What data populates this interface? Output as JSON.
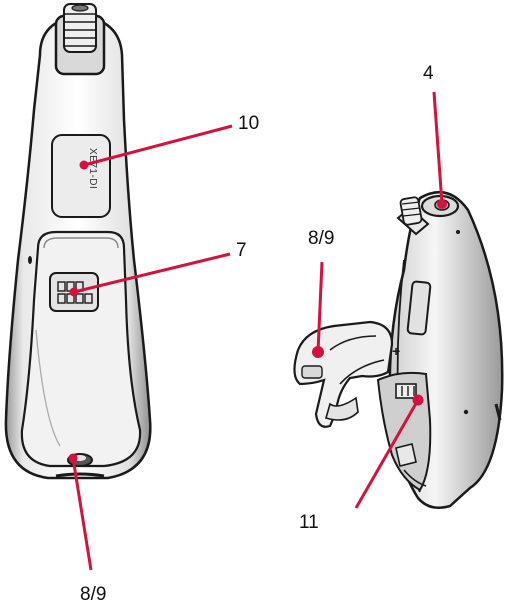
{
  "figure": {
    "callouts": {
      "c10": "10",
      "c7": "7",
      "c89_bottom": "8/9",
      "c4": "4",
      "c89_right": "8/9",
      "c11": "11"
    },
    "model_label": "XE71-DI"
  },
  "colors": {
    "leader": "#d4123e",
    "outline": "#1a1a1a",
    "body": "#e6e6e6",
    "shade": "#bdbdbd"
  }
}
